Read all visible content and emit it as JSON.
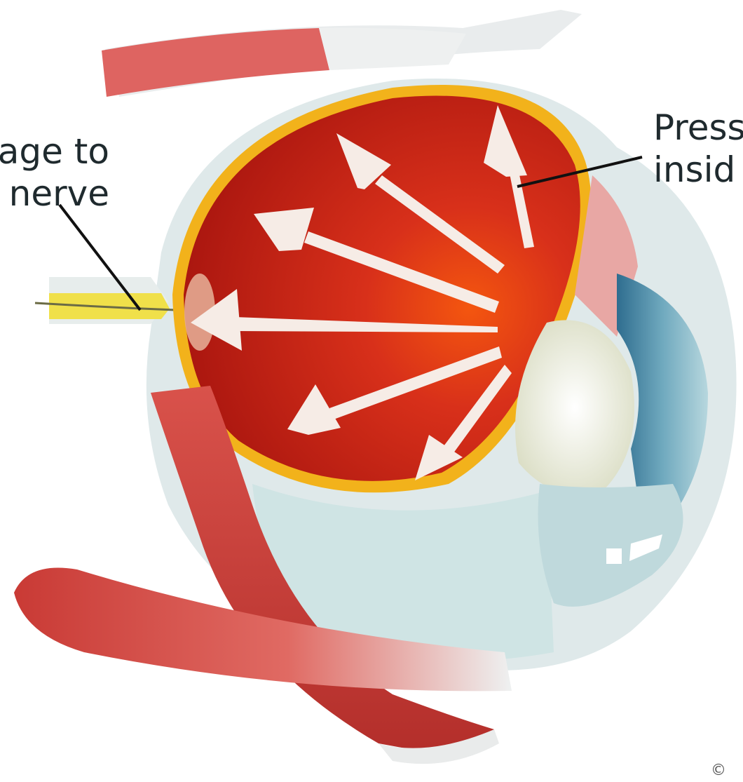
{
  "labels": {
    "left_line1": "age to",
    "left_line2": "nerve",
    "right_line1": "Press",
    "right_line2": "insid"
  },
  "copyright": "©",
  "colors": {
    "vitreous": "#c42412",
    "sclera": "#dfe9ea",
    "muscle": "#d24b45",
    "retina_yellow": "#f2b21b",
    "nerve_yellow": "#f0e04a",
    "arrow": "#f6ece6",
    "leader_line": "#111111"
  }
}
